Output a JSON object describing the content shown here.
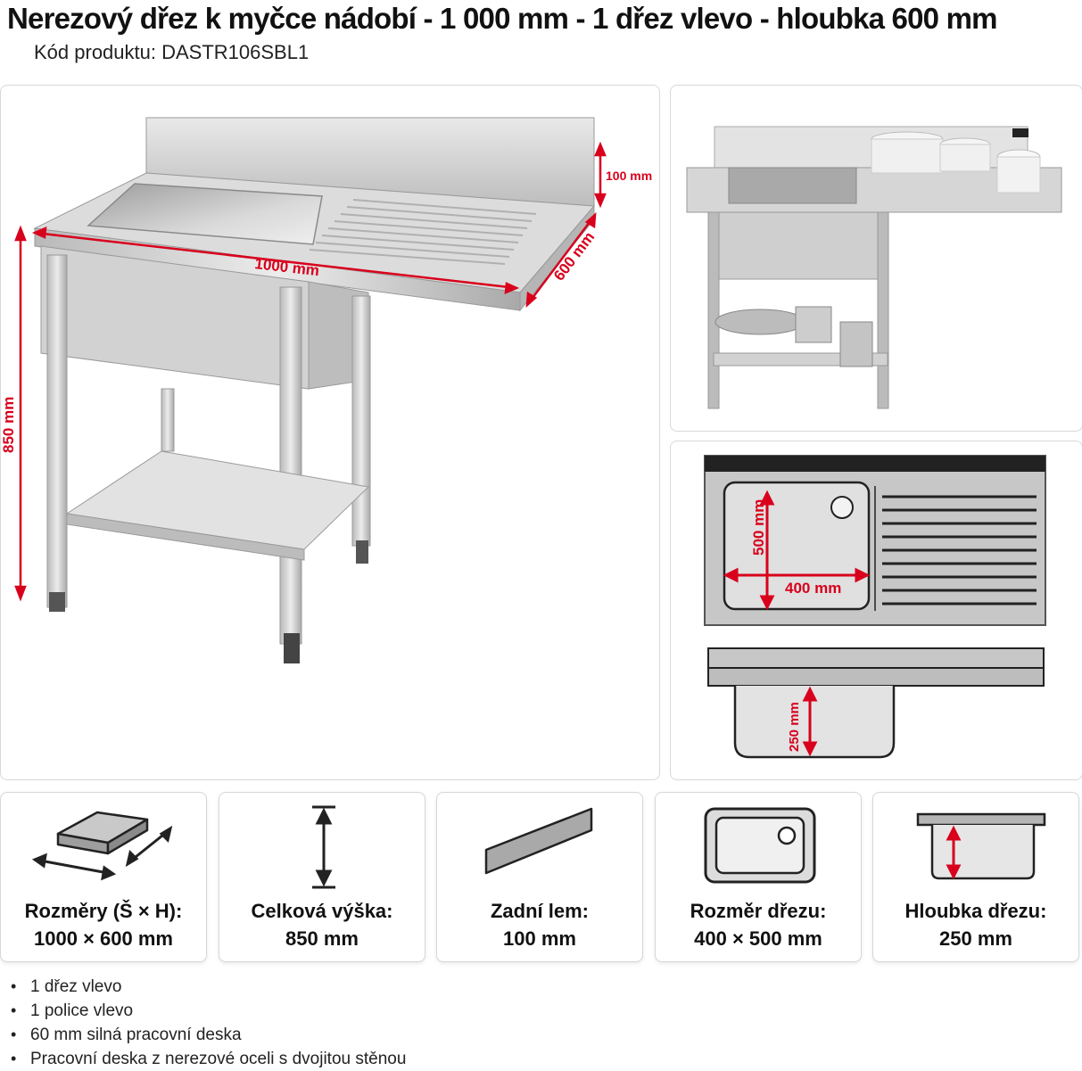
{
  "header": {
    "title": "Nerezový dřez k myčce nádobí - 1 000 mm - 1 dřez vlevo - hloubka 600 mm",
    "product_code": "Kód produktu: DASTR106SBL1"
  },
  "main_image": {
    "dim_width": "1000 mm",
    "dim_depth": "600 mm",
    "dim_backsplash": "100 mm",
    "dim_height": "850 mm"
  },
  "top_view": {
    "dim_sink_length": "500 mm",
    "dim_sink_width": "400 mm"
  },
  "side_view": {
    "dim_sink_depth": "250 mm"
  },
  "specs": [
    {
      "icon": "dimensions-icon",
      "label": "Rozměry (Š × H):",
      "value": "1000 × 600 mm"
    },
    {
      "icon": "height-icon",
      "label": "Celková výška:",
      "value": "850 mm"
    },
    {
      "icon": "backsplash-icon",
      "label": "Zadní lem:",
      "value": "100 mm"
    },
    {
      "icon": "sink-size-icon",
      "label": "Rozměr dřezu:",
      "value": "400 × 500 mm"
    },
    {
      "icon": "sink-depth-icon",
      "label": "Hloubka dřezu:",
      "value": "250 mm"
    }
  ],
  "features": [
    "1 dřez vlevo",
    "1 police vlevo",
    "60 mm silná pracovní deska",
    "Pracovní deska z nerezové oceli s dvojitou stěnou"
  ],
  "colors": {
    "dimension_red": "#d8001c",
    "steel": "#c8c8c8"
  }
}
